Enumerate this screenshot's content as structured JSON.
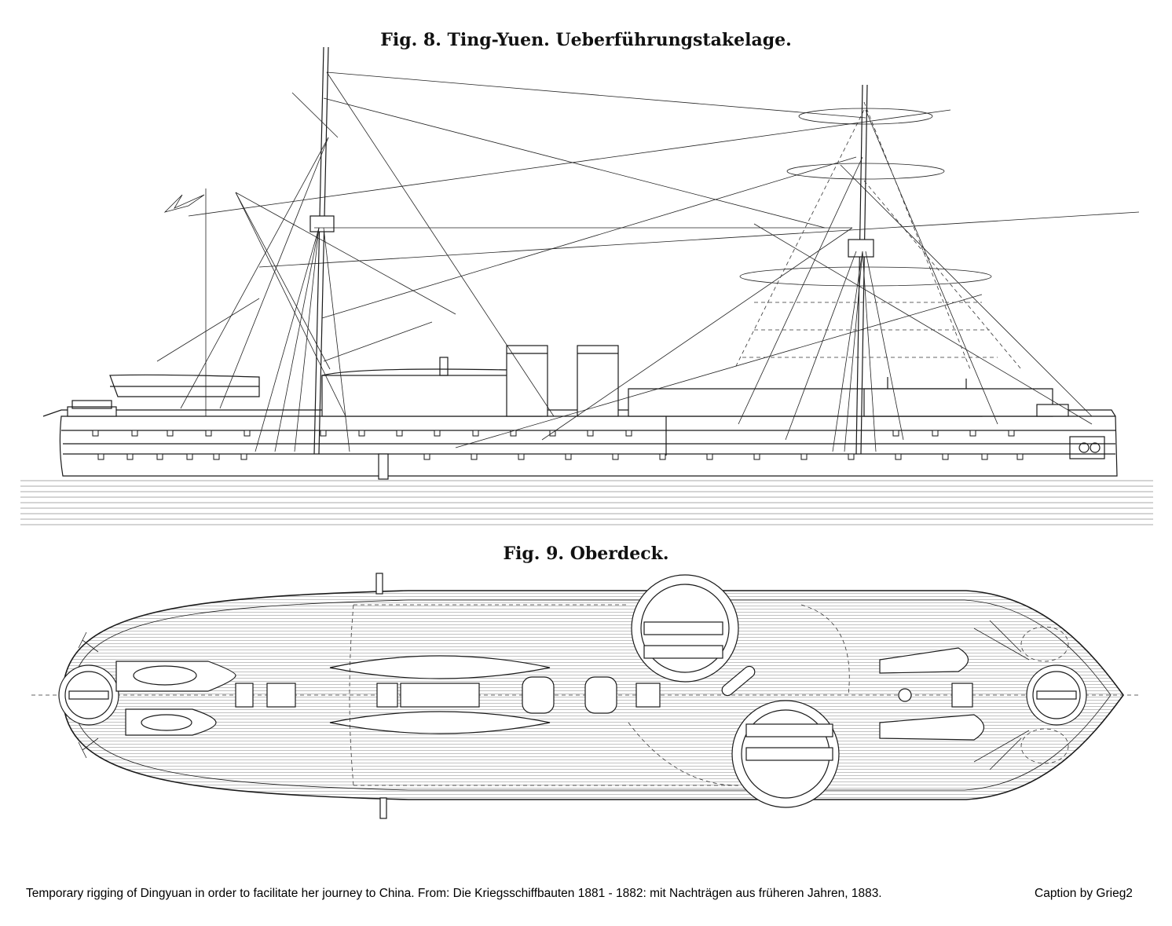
{
  "figures": {
    "fig8": {
      "title": "Fig. 8. Ting-Yuen. Ueberführungstakelage."
    },
    "fig9": {
      "title": "Fig. 9. Oberdeck."
    }
  },
  "caption": {
    "text": "Temporary rigging of Dingyuan in order to facilitate her journey to China. From: Die Kriegsschiffbauten 1881 - 1882: mit Nachträgen aus früheren Jahren, 1883.",
    "credit": "Caption by Grieg2"
  },
  "colors": {
    "ink": "#1a1a1a",
    "paper": "#ffffff"
  }
}
